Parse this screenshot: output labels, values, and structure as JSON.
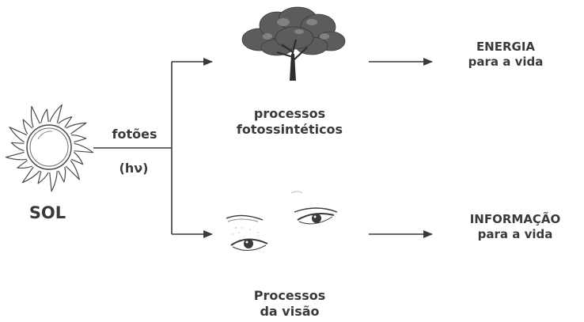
{
  "source": {
    "label": "SOL",
    "icon": "sun-icon"
  },
  "photons": {
    "label": "fotões",
    "symbol": "(hν)"
  },
  "branches": [
    {
      "icon": "tree-icon",
      "process": [
        "processos",
        "fotossintéticos"
      ],
      "result": [
        "ENERGIA",
        "para a vida"
      ]
    },
    {
      "icon": "eyes-icon",
      "process": [
        "Processos",
        "da visão"
      ],
      "result": [
        "INFORMAÇÃO",
        "para a vida"
      ]
    }
  ],
  "colors": {
    "text": "#3a3a3a",
    "lines": "#3a3a3a"
  }
}
